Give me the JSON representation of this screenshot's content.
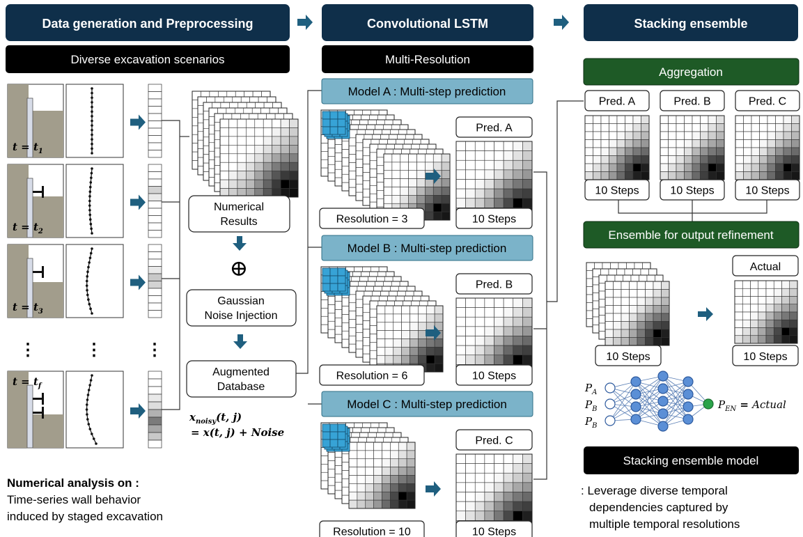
{
  "headers": {
    "col1": "Data generation and Preprocessing",
    "col2": "Convolutional LSTM",
    "col3": "Stacking ensemble"
  },
  "subheaders": {
    "col1": "Diverse excavation scenarios",
    "col2": "Multi-Resolution",
    "aggregation": "Aggregation",
    "ensemble": "Ensemble for output refinement",
    "stacking_model": "Stacking ensemble model"
  },
  "time_labels": {
    "t1": [
      "t = t",
      "1"
    ],
    "t2": [
      "t = t",
      "2"
    ],
    "t3": [
      "t = t",
      "3"
    ],
    "tf": [
      "t = t",
      "f"
    ]
  },
  "ellipsis": "⋮",
  "boxes": {
    "numerical": [
      "Numerical",
      "Results"
    ],
    "oplus": "⊕",
    "gaussian": [
      "Gaussian",
      "Noise Injection"
    ],
    "augmented": [
      "Augmented",
      "Database"
    ]
  },
  "formula": {
    "line1": "x",
    "line1_sub": "noisy",
    "line1_rest": "(t, j)",
    "line2": "= x(t, j) + Noise"
  },
  "numerical_analysis": {
    "title": "Numerical analysis on :",
    "line1": "Time-series wall behavior",
    "line2": "induced by staged excavation"
  },
  "models": [
    {
      "title": "Model A : Multi-step prediction",
      "resolution": "Resolution = 3",
      "pred": "Pred. A",
      "steps": "10 Steps"
    },
    {
      "title": "Model B : Multi-step prediction",
      "resolution": "Resolution = 6",
      "pred": "Pred. B",
      "steps": "10 Steps"
    },
    {
      "title": "Model C : Multi-step prediction",
      "resolution": "Resolution = 10",
      "pred": "Pred. C",
      "steps": "10 Steps"
    }
  ],
  "aggregation_preds": [
    "Pred. A",
    "Pred. B",
    "Pred. C"
  ],
  "aggregation_steps": [
    "10 Steps",
    "10 Steps",
    "10 Steps"
  ],
  "ensemble": {
    "input_steps": "10 Steps",
    "actual": "Actual",
    "actual_steps": "10 Steps"
  },
  "nn": {
    "inputs": [
      [
        "P",
        "A"
      ],
      [
        "P",
        "B"
      ],
      [
        "P",
        "B"
      ]
    ],
    "output": [
      "P",
      "EN"
    ],
    "equals": " = ",
    "actual": "Actual"
  },
  "stacking_note": {
    "line1": ": Leverage diverse temporal",
    "line2": "dependencies captured by",
    "line3": "multiple temporal resolutions"
  },
  "colors": {
    "header_bg": "#0f2f4a",
    "black_bar": "#000000",
    "model_bar": "#7bb3c9",
    "aggregation_bar": "#1e5a26",
    "arrow": "#1f5f7f",
    "node_blue": "#5b8fd6",
    "node_green": "#2aa34a",
    "cube_blue": "#37a3d6"
  }
}
